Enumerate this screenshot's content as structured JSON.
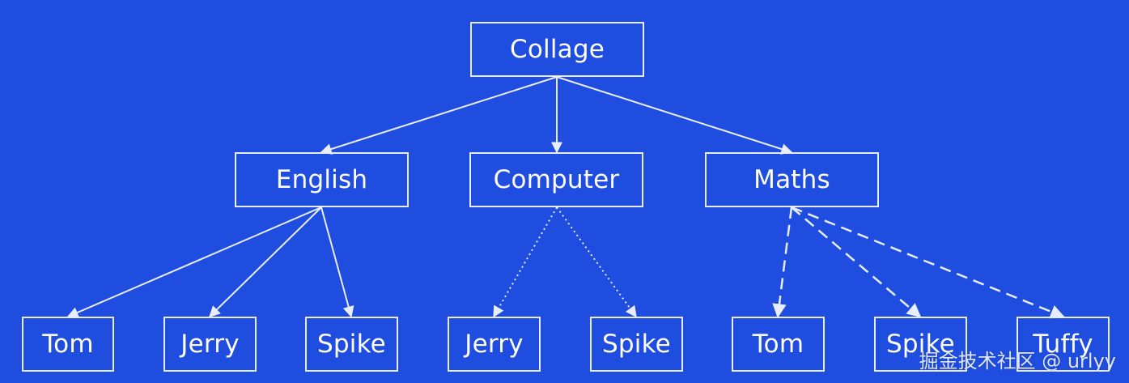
{
  "diagram": {
    "root": {
      "label": "Collage"
    },
    "level1": [
      {
        "label": "English"
      },
      {
        "label": "Computer"
      },
      {
        "label": "Maths"
      }
    ],
    "level2": [
      {
        "label": "Tom"
      },
      {
        "label": "Jerry"
      },
      {
        "label": "Spike"
      },
      {
        "label": "Jerry"
      },
      {
        "label": "Spike"
      },
      {
        "label": "Tom"
      },
      {
        "label": "Spike"
      },
      {
        "label": "Tuffy"
      }
    ]
  },
  "watermark": {
    "text": "掘金技术社区 @ urlyy"
  },
  "colors": {
    "background": "#1f4de0",
    "line": "#e8ecff",
    "text": "#ffffff"
  }
}
